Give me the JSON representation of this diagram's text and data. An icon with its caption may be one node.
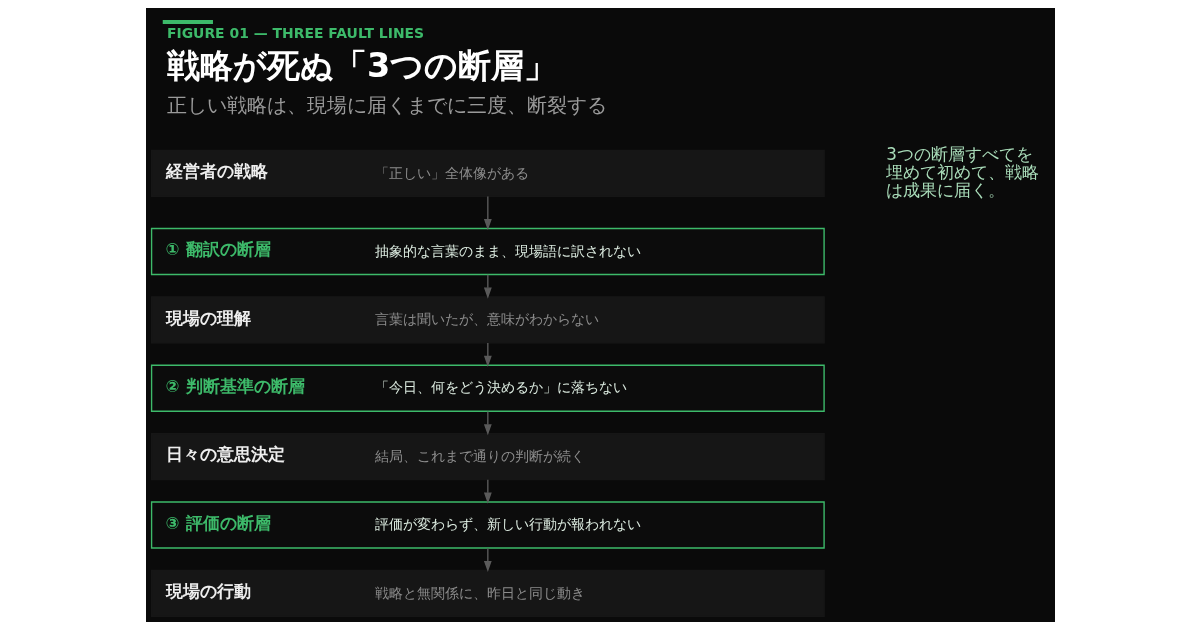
{
  "diagram": {
    "title": "戦略が死ぬ「3つの断層」",
    "nodes": [
      {
        "text": [
          "経営者の戦略",
          "「正しい」全体像がある"
        ]
      },
      {
        "text": [
          "① 翻訳の断層",
          "抽象的な言葉のまま、現場語に訳されない"
        ]
      },
      {
        "text": [
          "現場の理解",
          "言葉は聞いたが、意味がわからない"
        ]
      },
      {
        "text": [
          "② 判断基準の断層",
          "「今日、何をどう決めるか」に落ちない"
        ]
      },
      {
        "text": [
          "日々の意思決定",
          "結局、これまで通りの判断が続く"
        ]
      },
      {
        "text": [
          "③ 評価の断層",
          "評価が変わらず、新しい行動が報われない"
        ]
      },
      {
        "text": [
          "現場の行動",
          "戦略と無関係に、昨日と同じ動き"
        ]
      }
    ],
    "edges": [
      {
        "from": 0,
        "to": 1,
        "arrow": "to"
      },
      {
        "from": 1,
        "to": 2,
        "arrow": "to"
      },
      {
        "from": 2,
        "to": 3,
        "arrow": "to"
      },
      {
        "from": 3,
        "to": 4,
        "arrow": "to"
      },
      {
        "from": 4,
        "to": 5,
        "arrow": "to"
      },
      {
        "from": 5,
        "to": 6,
        "arrow": "to"
      }
    ],
    "labels": [
      "FIGURE 01 — THREE FAULT LINES",
      "正しい戦略は、現場に届くまでに三度、断裂する",
      "3つの断層すべてを埋めて初めて、戦略は成果に届く。"
    ]
  }
}
